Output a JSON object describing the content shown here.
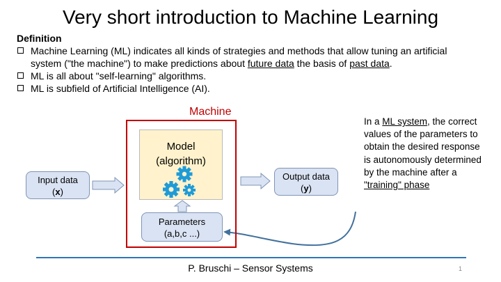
{
  "slide": {
    "title": "Very short introduction to Machine Learning",
    "definition_heading": "Definition",
    "bullets": [
      {
        "text_1": "Machine Learning (ML) indicates all kinds of strategies and methods that allow  tuning an artificial system (\"the machine\") to make predictions about ",
        "link_1": "future data",
        "text_2": " the basis of ",
        "link_2": "past data",
        "text_3": "."
      },
      {
        "text": "ML is all about \"self-learning\" algorithms."
      },
      {
        "text": "ML is subfield of Artificial Intelligence (AI)."
      }
    ]
  },
  "diagram": {
    "machine_label": "Machine",
    "model_line1": "Model",
    "model_line2": "(algorithm)",
    "input_line1": "Input data",
    "input_paren_open": "(",
    "input_var": "x",
    "input_paren_close": ")",
    "output_line1": "Output data",
    "output_paren_open": "(",
    "output_var": "y",
    "output_paren_close": ")",
    "params_line1": "Parameters",
    "params_line2": "(a,b,c ...)",
    "colors": {
      "machine_frame": "#c00000",
      "model_fill": "#fff2cc",
      "box_fill": "#dae3f3",
      "gear": "#1f9bd7",
      "curve": "#41719c"
    },
    "icons": [
      "gears-icon",
      "arrow-right-icon",
      "arrow-up-icon"
    ]
  },
  "side_note": {
    "text_1": "In a ",
    "link_1": "ML system",
    "text_2": ", the correct values of the parameters to obtain the desired response is autonomously determined by the machine after a ",
    "link_2": "\"training\" phase"
  },
  "footer": {
    "author": "P. Bruschi – Sensor Systems",
    "page": "1"
  }
}
